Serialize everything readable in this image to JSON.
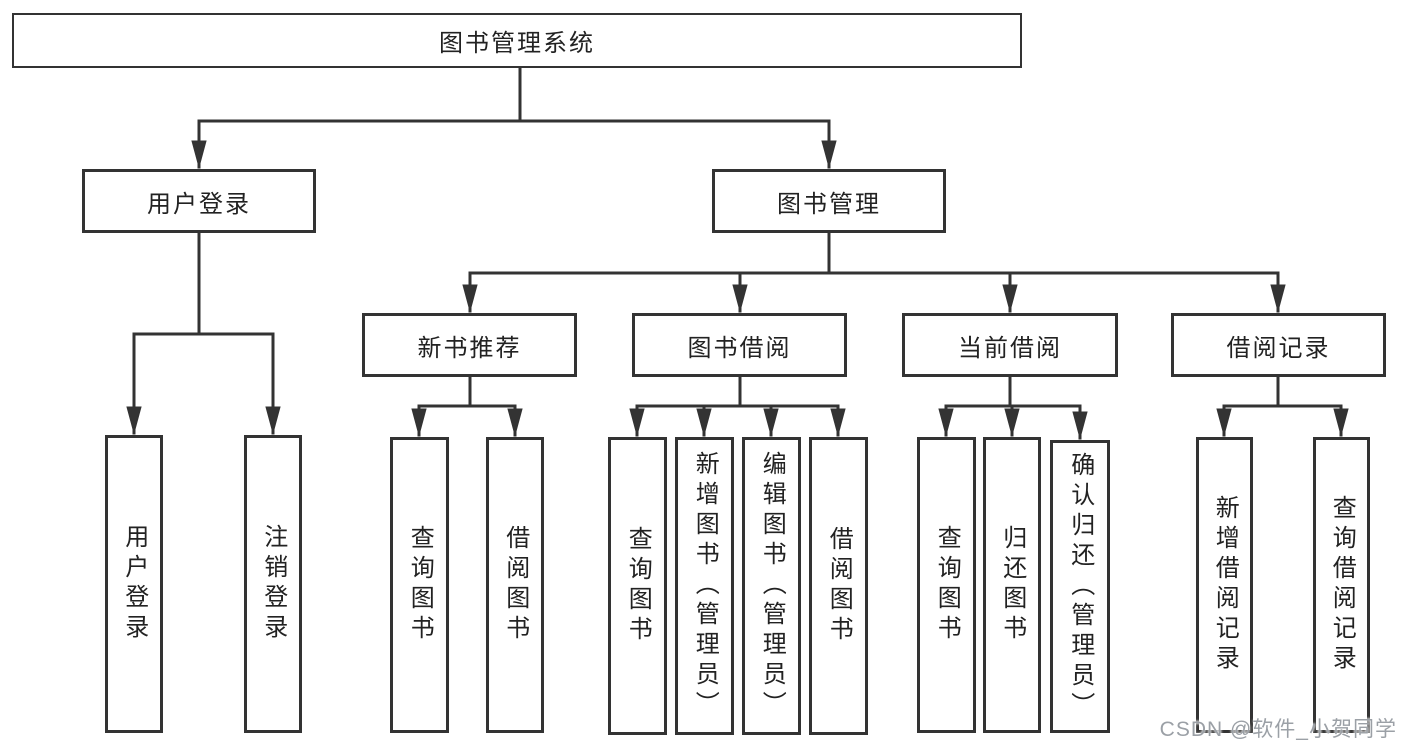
{
  "diagram": {
    "root": "图书管理系统",
    "user_login": {
      "label": "用户登录",
      "children": [
        "用户登录",
        "注销登录"
      ]
    },
    "book_management": {
      "label": "图书管理",
      "groups": [
        {
          "label": "新书推荐",
          "children": [
            "查询图书",
            "借阅图书"
          ]
        },
        {
          "label": "图书借阅",
          "children": [
            "查询图书",
            "新增图书（管理员）",
            "编辑图书（管理员）",
            "借阅图书"
          ]
        },
        {
          "label": "当前借阅",
          "children": [
            "查询图书",
            "归还图书",
            "确认归还（管理员）"
          ]
        },
        {
          "label": "借阅记录",
          "children": [
            "新增借阅记录",
            "查询借阅记录"
          ]
        }
      ]
    },
    "watermark": "CSDN @软件_小贺同学"
  },
  "colors": {
    "line": "#333333",
    "box_border": "#333333",
    "text": "#222222",
    "watermark": "#9ba0a6",
    "background": "#ffffff"
  }
}
